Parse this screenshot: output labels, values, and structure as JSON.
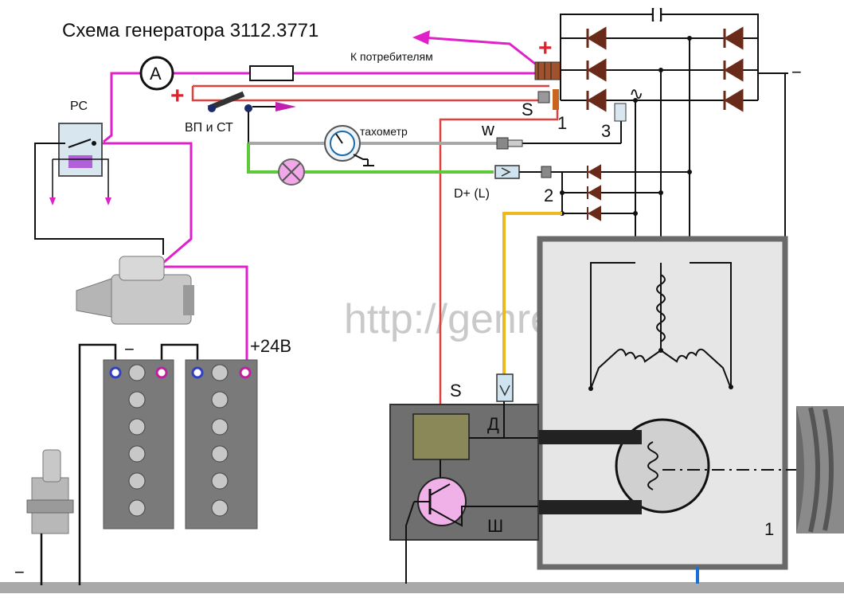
{
  "title": "Схема генератора 3112.3771",
  "watermark": "http://genrem.narod.ru",
  "labels": {
    "ammeter": "A",
    "relay": "РС",
    "switch": "ВП и СТ",
    "consumers": "К потребителям",
    "tachometer": "тахометр",
    "plus_24v": "+24В",
    "plus_sign": "+",
    "minus_sign": "−",
    "terminal_s_top": "S",
    "terminal_w": "w",
    "terminal_dplus": "D+ (L)",
    "terminal_1": "1",
    "terminal_2": "2",
    "terminal_3": "3",
    "regulator_s": "S",
    "regulator_d": "Д",
    "regulator_sh": "Ш",
    "generator_1": "1",
    "ac_symbol": "∿"
  },
  "colors": {
    "power_wire": "#e020c8",
    "sense_wire": "#e04040",
    "lamp_wire": "#5cc83a",
    "tacho_wire": "#a8a8a8",
    "regulator_wire": "#f0b820",
    "diode": "#6a2a1a",
    "ground": "#a9a9a9",
    "generator_body": "#e6e6e6",
    "regulator_body": "#6f6f6f"
  }
}
